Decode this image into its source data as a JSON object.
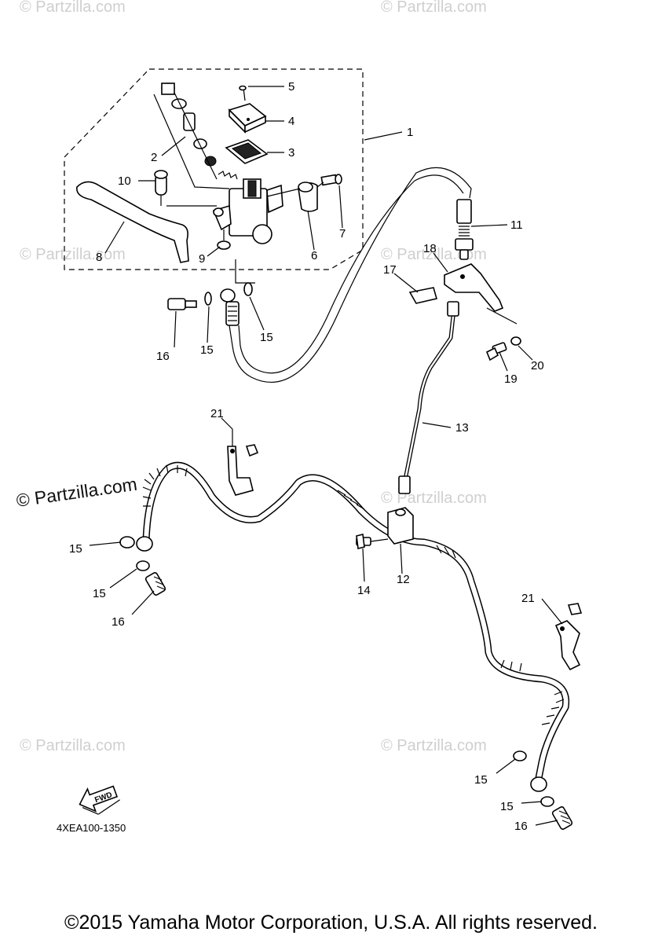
{
  "diagram": {
    "part_code": "4XEA100-1350",
    "fwd_label": "FWD",
    "watermark": "© Partzilla.com",
    "copyright": "©2015 Yamaha Motor Corporation, U.S.A. All rights reserved.",
    "callouts": [
      "1",
      "2",
      "3",
      "4",
      "5",
      "6",
      "7",
      "8",
      "9",
      "10",
      "11",
      "12",
      "13",
      "14",
      "15",
      "16",
      "17",
      "18",
      "19",
      "20",
      "21"
    ]
  }
}
